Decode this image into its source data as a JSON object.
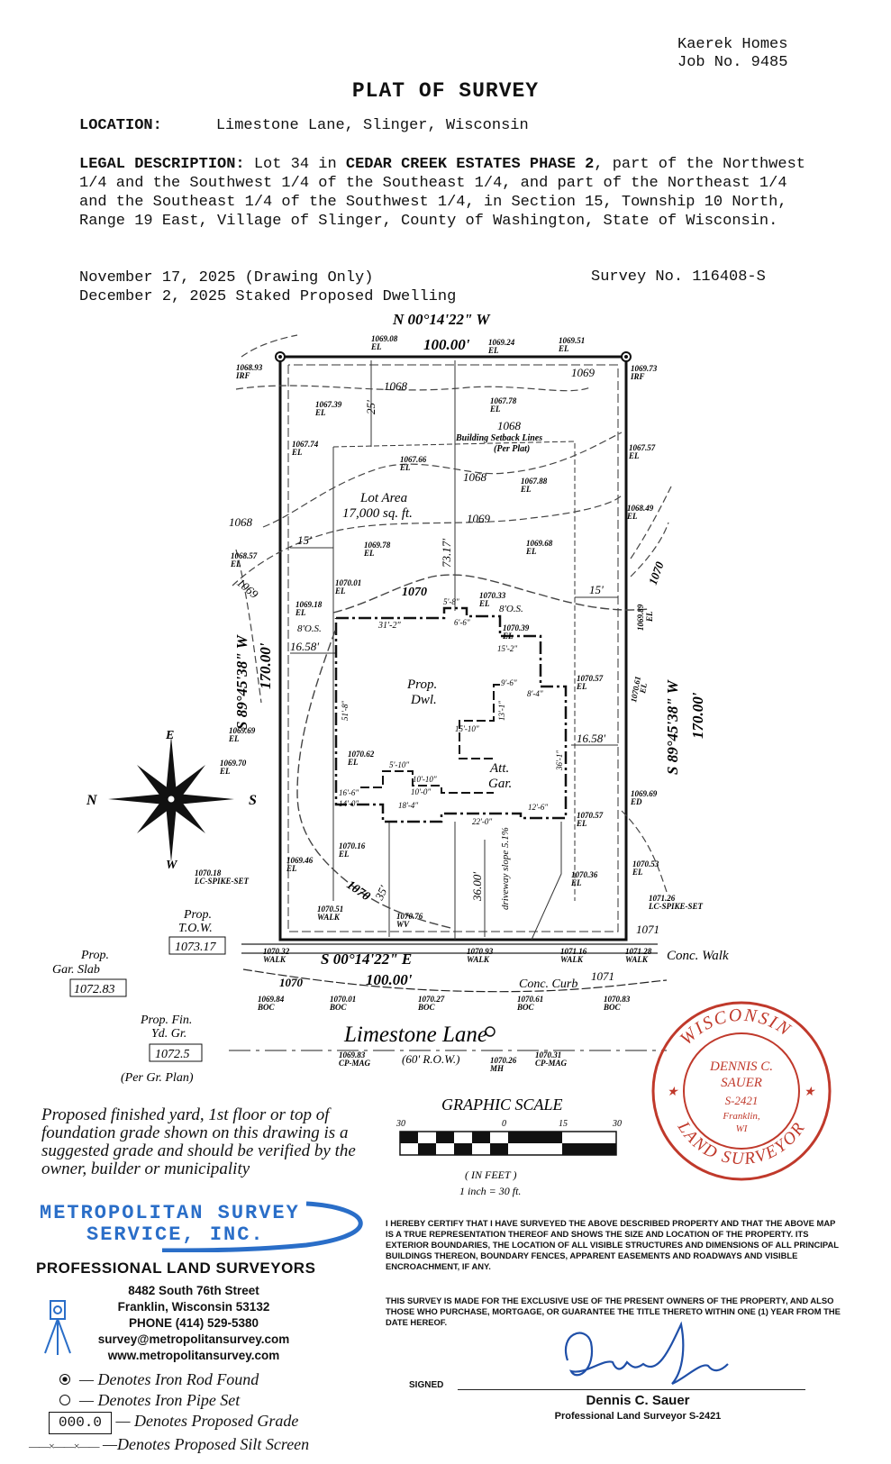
{
  "header": {
    "client": "Kaerek Homes",
    "job": "Job No. 9485",
    "title": "PLAT OF SURVEY"
  },
  "location": {
    "label": "LOCATION:",
    "value": "Limestone Lane, Slinger, Wisconsin"
  },
  "legal": {
    "label": "LEGAL DESCRIPTION:",
    "lot": "Lot 34 in",
    "subdivision": "CEDAR CREEK ESTATES PHASE 2",
    "rest": ", part of the Northwest 1/4 and the Southwest 1/4 of the Southeast 1/4, and part of the Northeast 1/4 and the Southeast 1/4 of the Southwest 1/4, in Section 15, Township 10 North, Range 19 East, Village of Slinger, County of Washington, State of Wisconsin."
  },
  "dates": {
    "line1": "November 17, 2025 (Drawing Only)",
    "line2": "December 2, 2025 Staked Proposed Dwelling",
    "survey_no": "Survey No. 116408-S"
  },
  "plat": {
    "north_bearing": "N 00°14'22\" W",
    "north_dist": "100.00'",
    "south_bearing": "S 00°14'22\" E",
    "south_dist": "100.00'",
    "west_bearing": "S 89°45'38\" W",
    "west_dist": "170.00'",
    "east_bearing": "S 89°45'38\" W",
    "east_dist": "170.00'",
    "lot_area_1": "Lot Area",
    "lot_area_2": "17,000 sq. ft.",
    "setback_1": "Building Setback Lines",
    "setback_2": "(Per Plat)",
    "dwelling_1": "Prop.",
    "dwelling_2": "Dwl.",
    "garage_1": "Att.",
    "garage_2": "Gar.",
    "driveway": "driveway slope 5.1%",
    "street": "Limestone Lane",
    "row": "(60' R.O.W.)",
    "conc_walk": "Conc. Walk",
    "conc_curb": "Conc. Curb",
    "dims": {
      "d25": "25'",
      "d73": "73.17'",
      "d15w": "15'",
      "d15e": "15'",
      "d1658w": "16.58'",
      "d1658e": "16.58'",
      "d35": "35'",
      "d36": "36.00'",
      "os1": "8'O.S.",
      "os2": "8'O.S.",
      "d312": "31'-2\"",
      "d58": "5'-8\"",
      "d66": "6'-6\"",
      "d152": "15'-2\"",
      "d96": "9'-6\"",
      "d84": "8'-4\"",
      "d1510": "15'-10\"",
      "d361": "36'-1\"",
      "d126": "12'-6\"",
      "d220": "22'-0\"",
      "d184": "18'-4\"",
      "d1010a": "10'-10\"",
      "d1010b": "10'-0\"",
      "d510": "5'-10\"",
      "d166": "16'-6\"",
      "d140": "14'-0\"",
      "d518": "51'-8\"",
      "d131": "13'-1\""
    },
    "contours": [
      "1068",
      "1068",
      "1068",
      "1069",
      "1069",
      "1070",
      "1070",
      "1070",
      "1071",
      "1071",
      "1068",
      "1069",
      "1070"
    ],
    "elevations": [
      {
        "v": "1069.08",
        "t": "EL"
      },
      {
        "v": "1069.24",
        "t": "EL"
      },
      {
        "v": "1069.51",
        "t": "EL"
      },
      {
        "v": "1068.93",
        "t": "IRF"
      },
      {
        "v": "1069.73",
        "t": "IRF"
      },
      {
        "v": "1067.39",
        "t": "EL"
      },
      {
        "v": "1067.78",
        "t": "EL"
      },
      {
        "v": "1067.74",
        "t": "EL"
      },
      {
        "v": "1067.66",
        "t": "EL"
      },
      {
        "v": "1067.57",
        "t": "EL"
      },
      {
        "v": "1067.88",
        "t": "EL"
      },
      {
        "v": "1068.49",
        "t": "EL"
      },
      {
        "v": "1068.57",
        "t": "EL"
      },
      {
        "v": "1069.78",
        "t": "EL"
      },
      {
        "v": "1069.68",
        "t": "EL"
      },
      {
        "v": "1070.01",
        "t": "EL"
      },
      {
        "v": "1069.18",
        "t": "EL"
      },
      {
        "v": "1070.33",
        "t": "EL"
      },
      {
        "v": "1070.39",
        "t": "EL"
      },
      {
        "v": "1069.89",
        "t": "EL"
      },
      {
        "v": "1070.57",
        "t": "EL"
      },
      {
        "v": "1070.61",
        "t": "EL"
      },
      {
        "v": "1069.69",
        "t": "EL"
      },
      {
        "v": "1069.70",
        "t": "EL"
      },
      {
        "v": "1070.62",
        "t": "EL"
      },
      {
        "v": "1069.69",
        "t": "ED"
      },
      {
        "v": "1070.57",
        "t": "EL"
      },
      {
        "v": "1070.16",
        "t": "EL"
      },
      {
        "v": "1069.46",
        "t": "EL"
      },
      {
        "v": "1070.36",
        "t": "EL"
      },
      {
        "v": "1070.53",
        "t": "EL"
      },
      {
        "v": "1070.18",
        "t": "LC-SPIKE-SET"
      },
      {
        "v": "1071.26",
        "t": "LC-SPIKE-SET"
      },
      {
        "v": "1070.51",
        "t": "WALK"
      },
      {
        "v": "1070.76",
        "t": "WV"
      },
      {
        "v": "1070.32",
        "t": "WALK"
      },
      {
        "v": "1070.93",
        "t": "WALK"
      },
      {
        "v": "1071.16",
        "t": "WALK"
      },
      {
        "v": "1071.28",
        "t": "WALK"
      },
      {
        "v": "1069.84",
        "t": "BOC"
      },
      {
        "v": "1070.01",
        "t": "BOC"
      },
      {
        "v": "1070.27",
        "t": "BOC"
      },
      {
        "v": "1070.61",
        "t": "BOC"
      },
      {
        "v": "1070.83",
        "t": "BOC"
      },
      {
        "v": "1069.83",
        "t": "CP-MAG"
      },
      {
        "v": "1070.26",
        "t": "MH"
      },
      {
        "v": "1070.31",
        "t": "CP-MAG"
      }
    ],
    "tow_label_1": "Prop.",
    "tow_label_2": "T.O.W.",
    "tow_value": "1073.17",
    "slab_label_1": "Prop.",
    "slab_label_2": "Gar. Slab",
    "slab_value": "1072.83",
    "fin_label_1": "Prop. Fin.",
    "fin_label_2": "Yd. Gr.",
    "fin_value": "1072.5",
    "fin_note": "(Per Gr. Plan)",
    "compass": {
      "n": "N",
      "s": "S",
      "e": "E",
      "w": "W"
    }
  },
  "scale": {
    "title": "GRAPHIC SCALE",
    "t0": "30",
    "t1": "0",
    "t2": "15",
    "t3": "30",
    "unit": "( IN FEET )",
    "ratio": "1 inch = 30 ft."
  },
  "note": "Proposed finished yard, 1st floor or top of foundation grade shown on this drawing is a suggested grade and should be verified by the owner, builder or municipality",
  "company": {
    "name1": "METROPOLITAN SURVEY",
    "name2": "SERVICE, INC.",
    "tagline": "PROFESSIONAL LAND SURVEYORS",
    "address1": "8482 South 76th Street",
    "address2": "Franklin, Wisconsin 53132",
    "phone": "PHONE (414) 529-5380",
    "email": "survey@metropolitansurvey.com",
    "web": "www.metropolitansurvey.com"
  },
  "legend": {
    "irf": "— Denotes Iron Rod Found",
    "ips": "— Denotes Iron Pipe Set",
    "grade_box": "000.0",
    "grade": "— Denotes Proposed Grade",
    "silt": "—Denotes Proposed Silt Screen"
  },
  "seal": {
    "top": "WISCONSIN",
    "name1": "DENNIS C.",
    "name2": "SAUER",
    "number": "S-2421",
    "city1": "Franklin,",
    "city2": "WI",
    "bottom": "LAND SURVEYOR",
    "color": "#c0392b"
  },
  "certification": {
    "para1": "I hereby certify that I have surveyed the above described property and that the above map is a true representation thereof and shows the size and location of the property. Its exterior boundaries, the location of all visible structures and dimensions of all principal buildings thereon, boundary fences, apparent easements and roadways and visible encroachment, if any.",
    "para2": "This survey is made for the exclusive use of the present owners of the property, and also those who purchase, mortgage, or guarantee the title thereto within one (1) year from the date hereof.",
    "signed_label": "SIGNED",
    "signature": "Dennis Sauer",
    "name": "Dennis C. Sauer",
    "title": "Professional Land Surveyor S-2421"
  }
}
